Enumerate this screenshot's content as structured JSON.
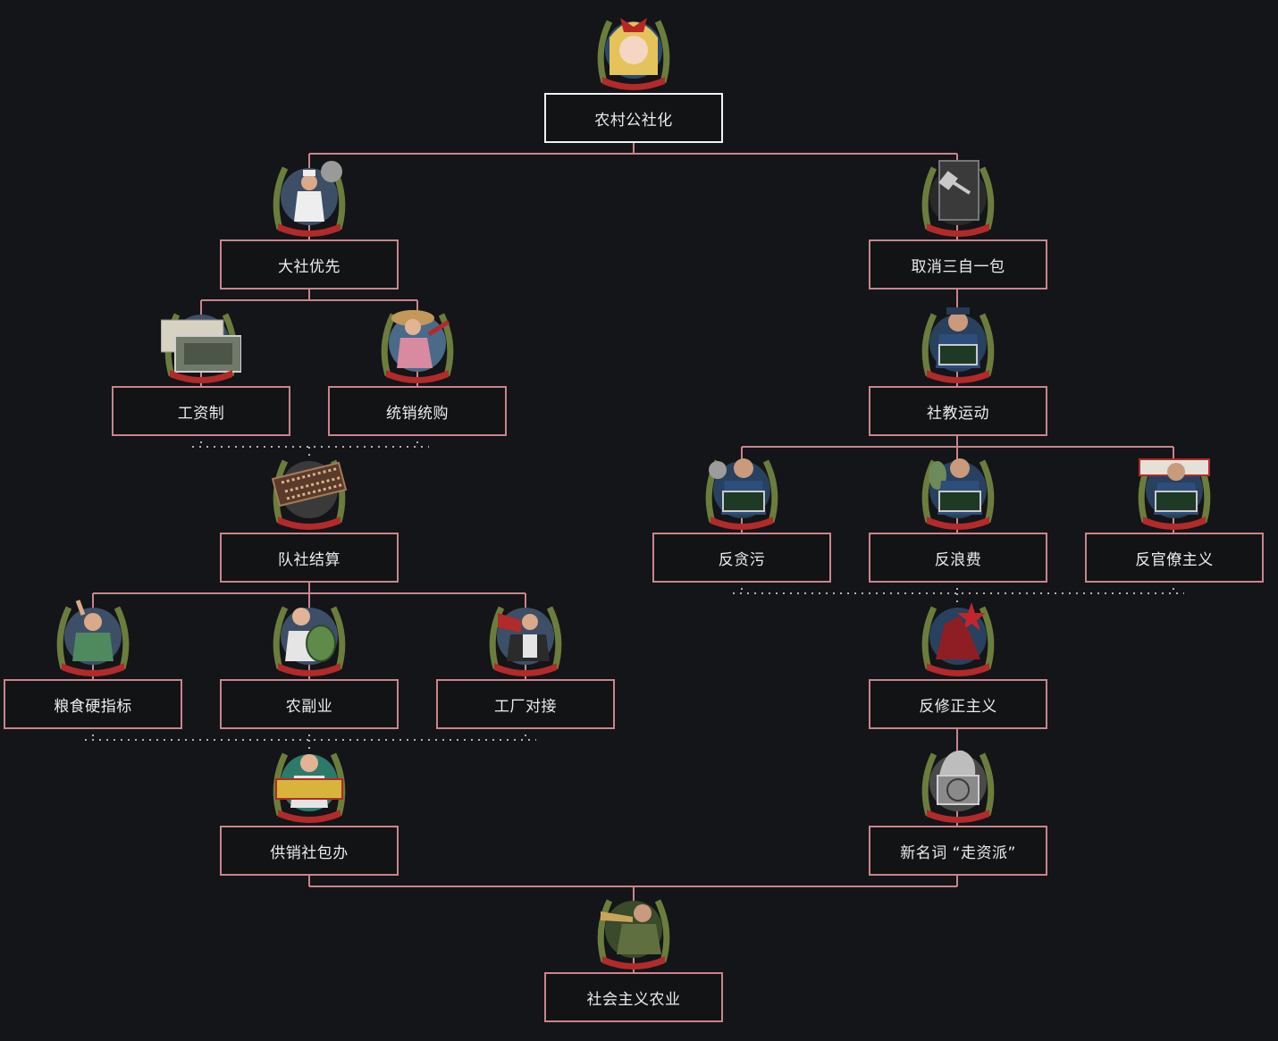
{
  "focus_tree": {
    "colors": {
      "background": "#131518",
      "connector": "#c8858b",
      "border_active": "#f2f2f2",
      "border": "#c8858b",
      "text": "#ececec",
      "wreath": "#4a6a3a",
      "ribbon": "#b22a2a"
    },
    "nodes": [
      {
        "id": "rural-communization",
        "label": "农村公社化",
        "icon": "anime-girl-portrait-icon"
      },
      {
        "id": "big-commune-first",
        "label": "大社优先",
        "icon": "cook-worker-icon"
      },
      {
        "id": "abolish-three-freedoms",
        "label": "取消三自一包",
        "icon": "hammer-book-icon"
      },
      {
        "id": "wage-system",
        "label": "工资制",
        "icon": "banknotes-icon"
      },
      {
        "id": "unified-purchase",
        "label": "统销统购",
        "icon": "farm-woman-icon"
      },
      {
        "id": "socialist-education",
        "label": "社教运动",
        "icon": "four-cleanups-sign-icon"
      },
      {
        "id": "brigade-accounting",
        "label": "队社结算",
        "icon": "abacus-brigade-icon"
      },
      {
        "id": "anti-corruption",
        "label": "反贪污",
        "icon": "anti-corruption-sign-icon"
      },
      {
        "id": "anti-waste",
        "label": "反浪费",
        "icon": "anti-waste-sign-icon"
      },
      {
        "id": "anti-bureaucracy",
        "label": "反官僚主义",
        "icon": "anti-bureaucracy-sign-icon"
      },
      {
        "id": "grain-quota",
        "label": "粮食硬指标",
        "icon": "grain-worker-icon"
      },
      {
        "id": "sideline-agriculture",
        "label": "农副业",
        "icon": "melon-woman-icon"
      },
      {
        "id": "factory-link",
        "label": "工厂对接",
        "icon": "factory-workers-icon"
      },
      {
        "id": "anti-revisionism",
        "label": "反修正主义",
        "icon": "red-soldier-icon"
      },
      {
        "id": "coop-contract",
        "label": "供销社包办",
        "icon": "shop-woman-icon"
      },
      {
        "id": "capitalist-roader",
        "label": "新名词 “走资派”",
        "icon": "statue-icon"
      },
      {
        "id": "socialist-agriculture",
        "label": "社会主义农业",
        "icon": "bugler-soldier-icon"
      }
    ]
  }
}
